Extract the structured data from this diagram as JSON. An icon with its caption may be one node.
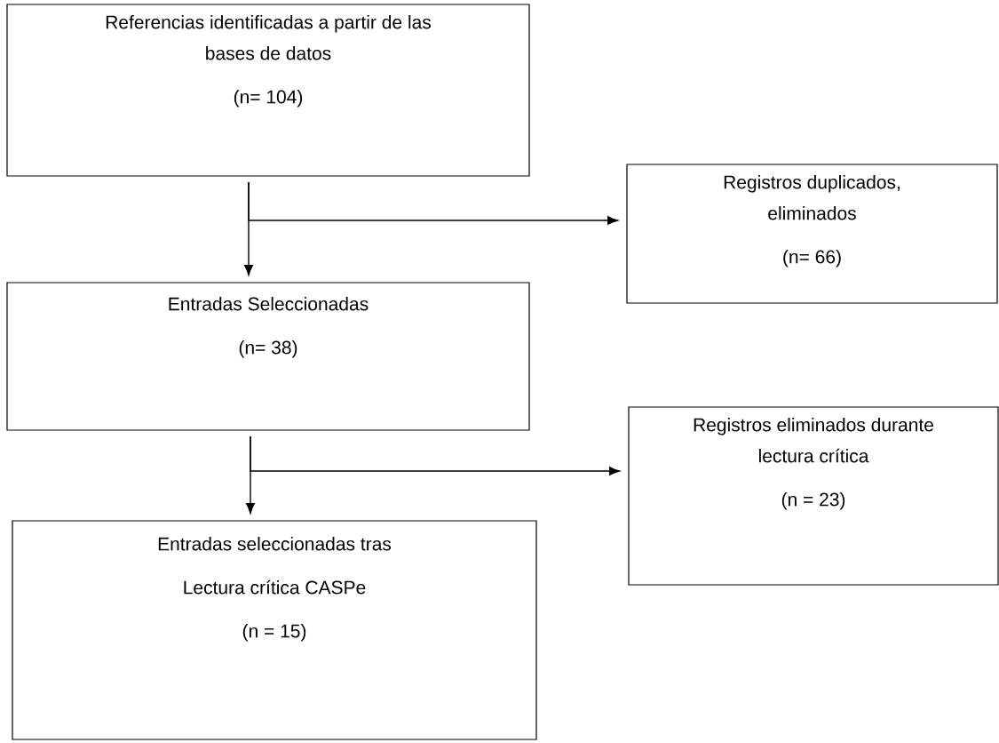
{
  "diagram": {
    "nodes": [
      {
        "text": [
          "Referencias identificadas a partir de las bases de datos",
          "(n= 104)"
        ]
      },
      {
        "text": [
          "Registros duplicados, eliminados",
          "(n= 66)"
        ]
      },
      {
        "text": [
          "Entradas Seleccionadas",
          "(n= 38)"
        ]
      },
      {
        "text": [
          "Registros eliminados durante lectura crítica",
          "(n = 23)"
        ]
      },
      {
        "text": [
          "Entradas seleccionadas tras",
          "Lectura crítica CASPe",
          "(n = 15)"
        ]
      }
    ],
    "edges": [
      {
        "from": 0,
        "to": 2,
        "arrow": "to"
      },
      {
        "from": 0,
        "to": 1,
        "arrow": "to"
      },
      {
        "from": 2,
        "to": 4,
        "arrow": "to"
      },
      {
        "from": 2,
        "to": 3,
        "arrow": "to"
      }
    ]
  }
}
